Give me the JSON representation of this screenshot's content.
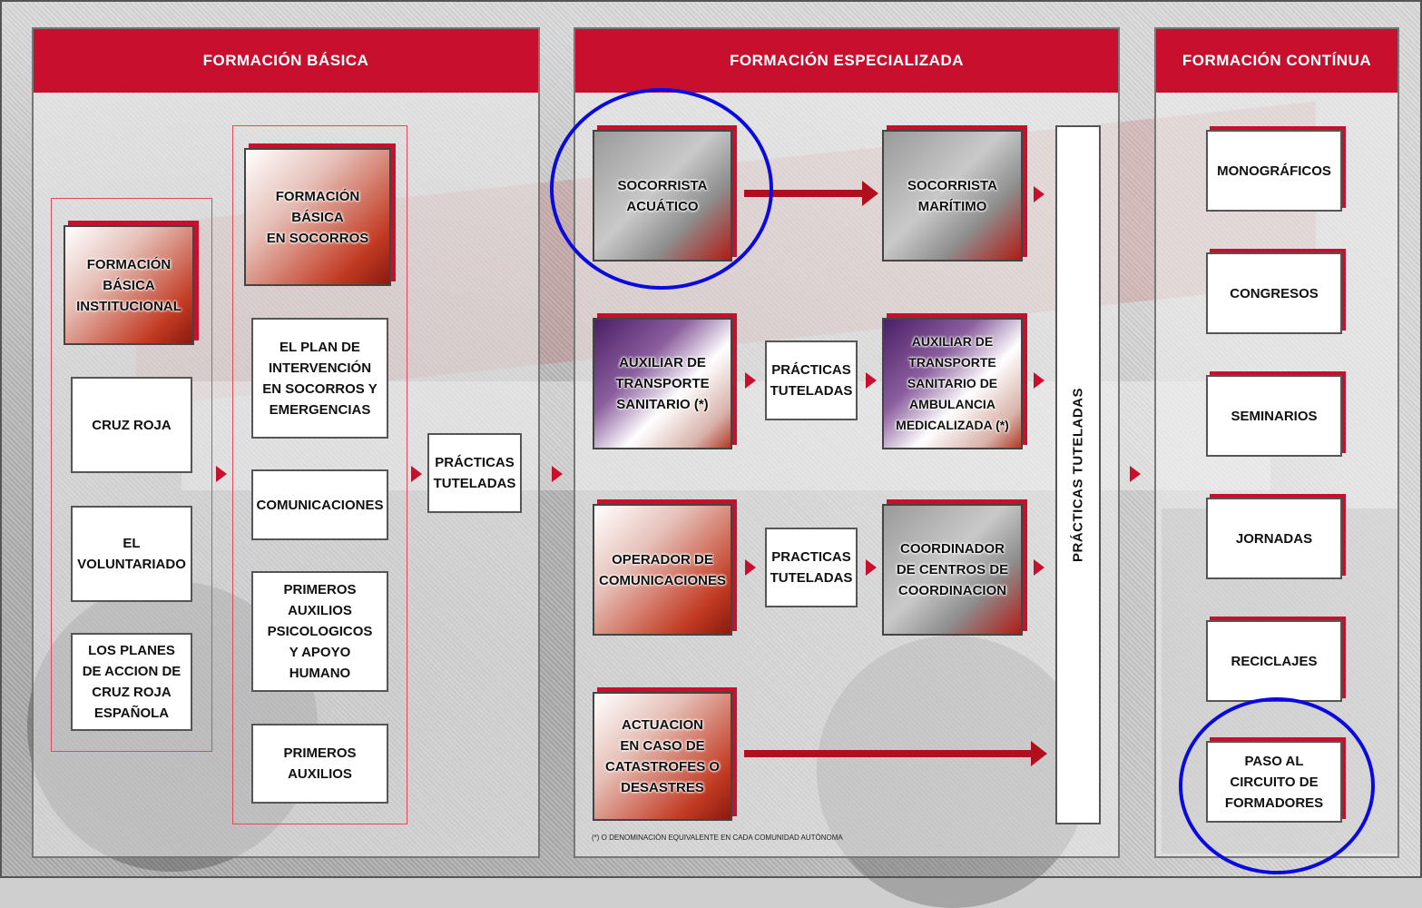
{
  "columns": {
    "basica": {
      "title": "FORMACIÓN BÁSICA"
    },
    "especializada": {
      "title": "FORMACIÓN ESPECIALIZADA"
    },
    "continua": {
      "title": "FORMACIÓN CONTÍNUA"
    }
  },
  "basica": {
    "institucional": "FORMACIÓN\nBÁSICA\nINSTITUCIONAL",
    "cruz_roja": "CRUZ ROJA",
    "voluntariado": "EL\nVOLUNTARIADO",
    "planes": "LOS PLANES\nDE ACCION DE\nCRUZ ROJA\nESPAÑOLA",
    "socorros": "FORMACIÓN\nBÁSICA\nEN SOCORROS",
    "plan_intervencion": "EL PLAN DE\nINTERVENCIÓN\nEN SOCORROS Y\nEMERGENCIAS",
    "comunicaciones": "COMUNICACIONES",
    "psicologicos": "PRIMEROS\nAUXILIOS\nPSICOLOGICOS\nY APOYO\nHUMANO",
    "primeros_auxilios": "PRIMEROS\nAUXILIOS",
    "practicas": "PRÁCTICAS\nTUTELADAS"
  },
  "especializada": {
    "socorrista_acuatico": "SOCORRISTA\nACUÁTICO",
    "socorrista_maritimo": "SOCORRISTA\nMARÍTIMO",
    "auxiliar_transporte": "AUXILIAR DE\nTRANSPORTE\nSANITARIO (*)",
    "practicas_1": "PRÁCTICAS\nTUTELADAS",
    "auxiliar_ambulancia": "AUXILIAR DE\nTRANSPORTE\nSANITARIO DE\nAMBULANCIA\nMEDICALIZADA (*)",
    "operador": "OPERADOR DE\nCOMUNICACIONES",
    "practicas_2": "PRACTICAS\nTUTELADAS",
    "coordinador": "COORDINADOR\nDE CENTROS DE\nCOORDINACION",
    "catastrofes": "ACTUACION\nEN CASO DE\nCATASTROFES O\nDESASTRES",
    "practicas_vertical": "PRÁCTICAS TUTELADAS",
    "footnote": "(*) O DENOMINACIÓN EQUIVALENTE EN CADA COMUNIDAD AUTÓNOMA"
  },
  "continua": {
    "items": [
      "MONOGRÁFICOS",
      "CONGRESOS",
      "SEMINARIOS",
      "JORNADAS",
      "RECICLAJES",
      "PASO AL\nCIRCUITO DE\nFORMADORES"
    ]
  },
  "colors": {
    "accent": "#c8102e",
    "highlight_ring": "#0a0adc",
    "frame": "#e04a5a"
  }
}
